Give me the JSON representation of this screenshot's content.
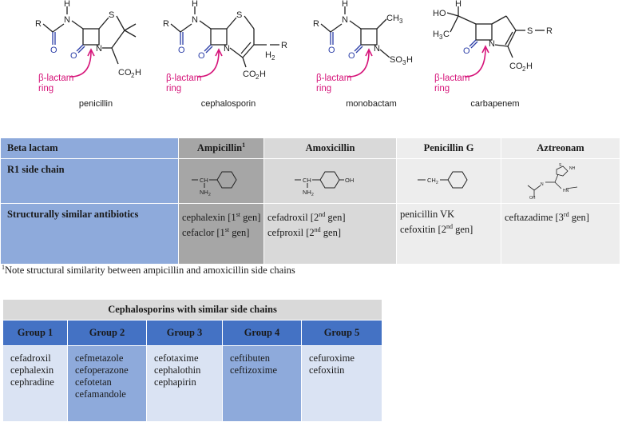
{
  "structures": [
    {
      "name": "penicillin",
      "lactam_label": "β-lactam",
      "ring_label": "ring"
    },
    {
      "name": "cephalosporin",
      "lactam_label": "β-lactam",
      "ring_label": "ring"
    },
    {
      "name": "monobactam",
      "lactam_label": "β-lactam",
      "ring_label": "ring"
    },
    {
      "name": "carbapenem",
      "lactam_label": "β-lactam",
      "ring_label": "ring"
    }
  ],
  "beta_lactam_table": {
    "header": {
      "label": "Beta lactam",
      "ampicillin": "Ampicillin",
      "ampicillin_sup": "1",
      "amoxicillin": "Amoxicillin",
      "penicillin_g": "Penicillin G",
      "aztreonam": "Aztreonam"
    },
    "row_side_chain": {
      "label": "R1 side chain"
    },
    "row_similar": {
      "label": "Structurally similar antibiotics",
      "ampicillin": [
        {
          "name": "cephalexin [1",
          "sup": "st",
          "tail": " gen]"
        },
        {
          "name": "cefaclor [1",
          "sup": "st",
          "tail": " gen]"
        }
      ],
      "amoxicillin": [
        {
          "name": "cefadroxil [2",
          "sup": "nd",
          "tail": " gen]"
        },
        {
          "name": "cefproxil [2",
          "sup": "nd",
          "tail": " gen]"
        }
      ],
      "penicillin_g": [
        {
          "name": "penicillin VK",
          "sup": "",
          "tail": ""
        },
        {
          "name": "cefoxitin [2",
          "sup": "nd",
          "tail": " gen]"
        }
      ],
      "aztreonam": [
        {
          "name": "ceftazadime [3",
          "sup": "rd",
          "tail": " gen]"
        }
      ]
    }
  },
  "footnote": {
    "marker": "1",
    "text": "Note structural similarity  between ampicillin and amoxicillin side chains"
  },
  "ceph_table": {
    "title": "Cephalosporins with similar side chains",
    "groups": [
      {
        "label": "Group 1",
        "drugs": [
          "cefadroxil",
          "cephalexin",
          "cephradine"
        ]
      },
      {
        "label": "Group 2",
        "drugs": [
          "cefmetazole",
          "cefoperazone",
          "cefotetan",
          "cefamandole"
        ]
      },
      {
        "label": "Group 3",
        "drugs": [
          "cefotaxime",
          "cephalothin",
          "cephapirin"
        ]
      },
      {
        "label": "Group 4",
        "drugs": [
          "ceftibuten",
          "ceftizoxime"
        ]
      },
      {
        "label": "Group 5",
        "drugs": [
          "cefuroxime",
          "cefoxitin"
        ]
      }
    ]
  },
  "colors": {
    "lactam_accent": "#d6157a",
    "carbonyl_blue": "#2c3fa8",
    "header_blue": "#4472c4",
    "label_blue": "#8eaadb"
  }
}
